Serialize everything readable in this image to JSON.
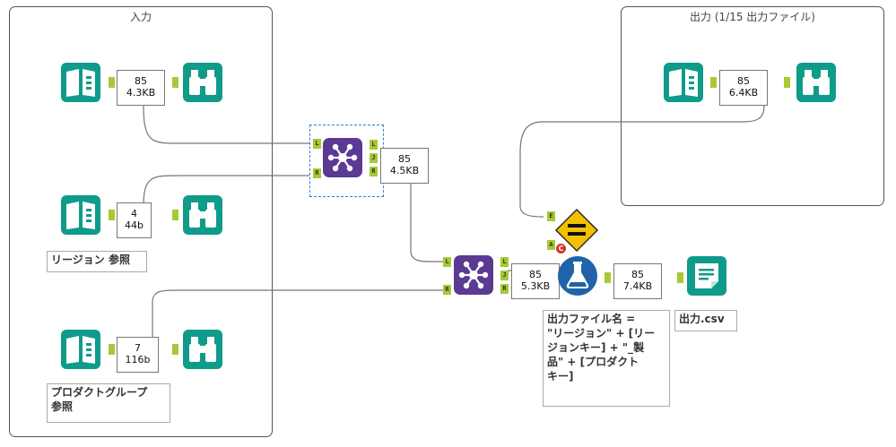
{
  "containers": {
    "input": {
      "title": "入力"
    },
    "output": {
      "title": "出力 (1/15 出力ファイル)"
    }
  },
  "record_counts": {
    "input1": {
      "records": "85",
      "size": "4.3KB"
    },
    "input2": {
      "records": "4",
      "size": "44b"
    },
    "input3": {
      "records": "7",
      "size": "116b"
    },
    "join1": {
      "records": "85",
      "size": "4.5KB"
    },
    "join2": {
      "records": "85",
      "size": "5.3KB"
    },
    "formula": {
      "records": "85",
      "size": "7.4KB"
    },
    "output_input": {
      "records": "85",
      "size": "6.4KB"
    }
  },
  "annotations": {
    "region_ref": "リージョン 参照",
    "product_group_ref": "プロダクトグループ\n参照",
    "formula_note": "出力ファイル名 =\n\"リージョン\" + [リー\nジョンキー] + \"_製\n品\" + [プロダクト\nキー]",
    "output_file": "出力.csv"
  },
  "anchors": {
    "left": "L",
    "join": "J",
    "right": "R",
    "error": "E",
    "action": "A",
    "condition": "C"
  },
  "colors": {
    "input_tool": "#0f9b8a",
    "join_tool": "#5b3a94",
    "formula_tool": "#1f63a8",
    "filter_tool": "#f2c200",
    "anchor": "#a6c936",
    "selection": "#2a86d1"
  }
}
